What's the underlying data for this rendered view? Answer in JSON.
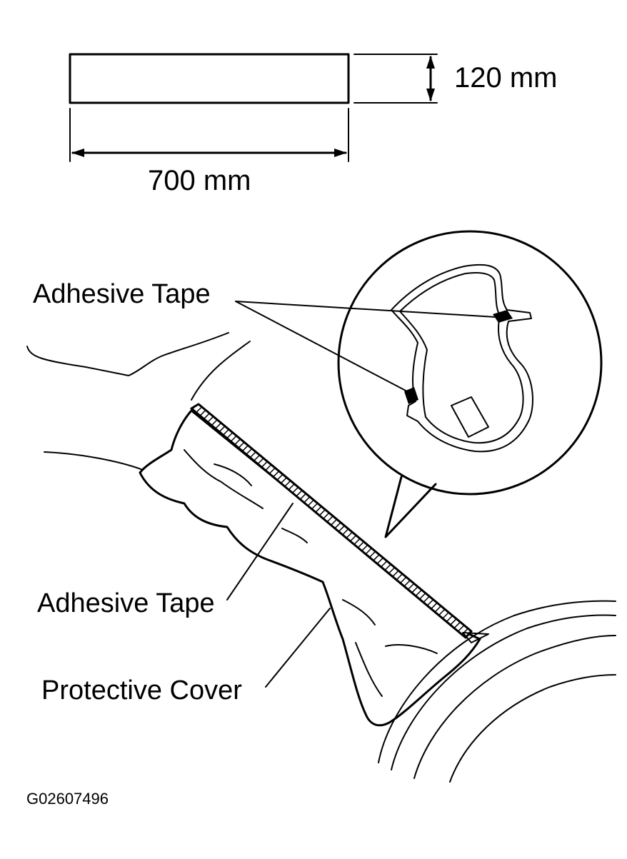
{
  "dimensions": {
    "height_label": "120 mm",
    "width_label": "700 mm"
  },
  "labels": {
    "adhesive_tape_upper": "Adhesive Tape",
    "adhesive_tape_lower": "Adhesive Tape",
    "protective_cover": "Protective Cover"
  },
  "figure_code": "G02607496"
}
